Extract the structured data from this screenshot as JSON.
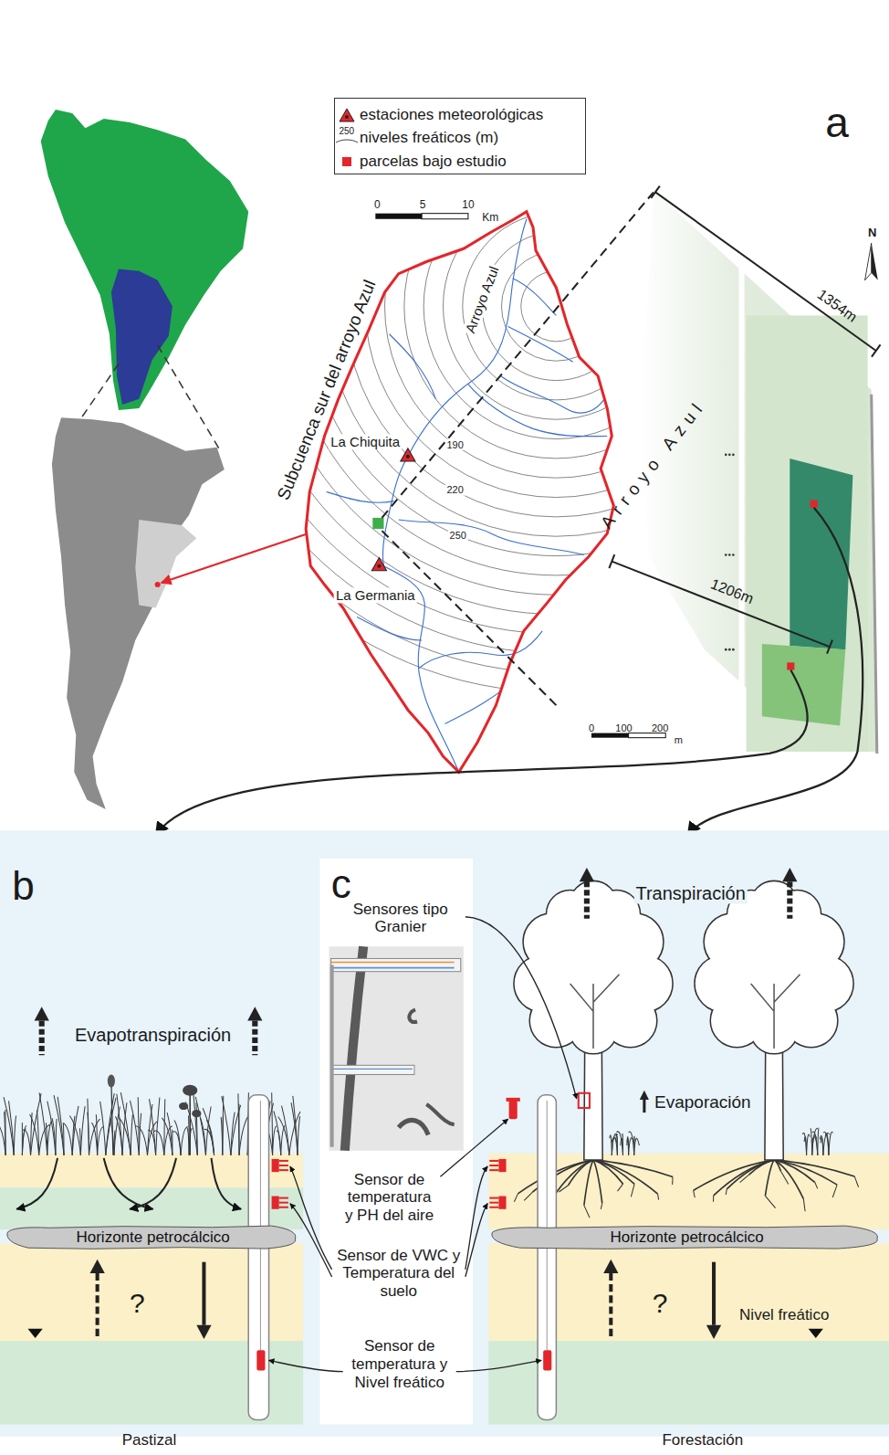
{
  "diagram": {
    "nodes": [
      {
        "text": [
          "Horizonte petrocálcico"
        ]
      },
      {
        "text": [
          "Horizonte petrocálcico"
        ]
      }
    ],
    "labels": [
      "a",
      "250",
      "0",
      "5",
      "10",
      "Km",
      "Subcuenca sur del arroyo Azul",
      "Arroyo Azul",
      "La Chiquita",
      "La Germania",
      "190",
      "220",
      "250",
      "N",
      "1354m",
      "Arroyo Azul",
      "1206m",
      "0",
      "100",
      "200",
      "m",
      "b",
      "Evapotranspiración",
      "?",
      "Pastizal",
      "c",
      "Sensores tipo Granier",
      "Sensor de temperatura y PH del aire",
      "Sensor de VWC y Temperatura del suelo",
      "Sensor de temperatura y Nivel freático",
      "Transpiración",
      "Evaporación",
      "?",
      "Nivel freático",
      "Forestación"
    ],
    "legend": [
      {
        "text": "estaciones meteorológicas"
      },
      {
        "text": "niveles freáticos (m)"
      },
      {
        "text": "parcelas bajo estudio",
        "color": "#e3262b"
      }
    ]
  }
}
